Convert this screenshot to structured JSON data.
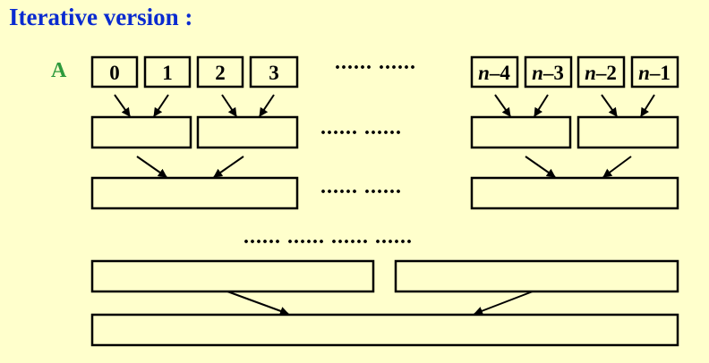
{
  "title": "Iterative version :",
  "array_label": "A",
  "dots": {
    "row0": "...... ......",
    "row1": "...... ......",
    "row2": "...... ......",
    "row3": "...... ...... ...... ......"
  },
  "cells_left": [
    "0",
    "1",
    "2",
    "3"
  ],
  "cells_right": [
    {
      "var": "n",
      "rest": "–4"
    },
    {
      "var": "n",
      "rest": "–3"
    },
    {
      "var": "n",
      "rest": "–2"
    },
    {
      "var": "n",
      "rest": "–1"
    }
  ],
  "colors": {
    "background": "#ffffcc",
    "title": "#0a2bd0",
    "array_label": "#2e9a3c",
    "lines": "#000000"
  }
}
